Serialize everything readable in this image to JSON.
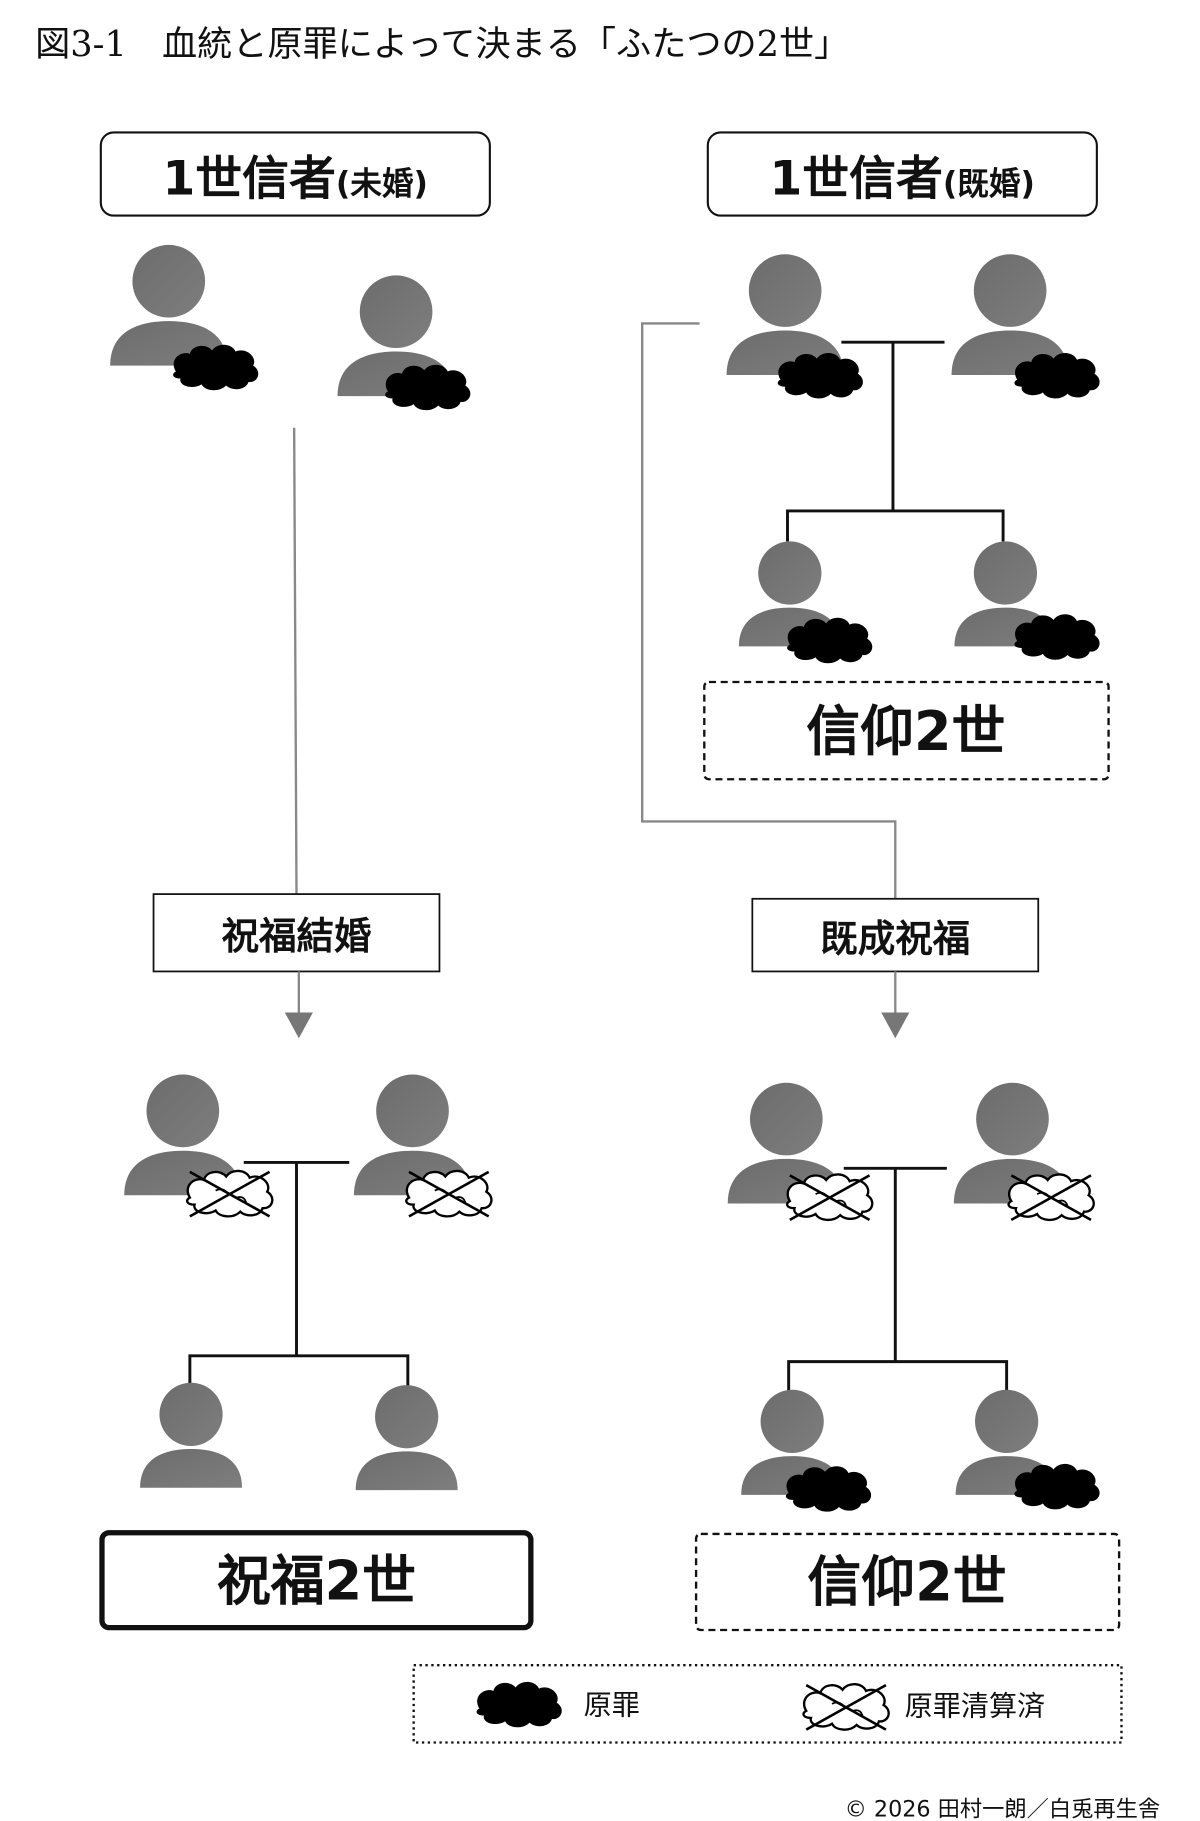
{
  "title": "図3-1　血統と原罪によって決まる「ふたつの2世」",
  "left": {
    "header_main": "1世信者",
    "header_sub": "(未婚)",
    "step_label": "祝福結婚",
    "result_label": "祝福2世"
  },
  "right": {
    "header_main": "1世信者",
    "header_sub": "(既婚)",
    "children_label": "信仰2世",
    "step_label": "既成祝福",
    "result_label": "信仰2世"
  },
  "legend": {
    "original_sin": "原罪",
    "cleansed": "原罪清算済"
  },
  "copyright": "© 2026 田村一朗／白兎再生舎",
  "colors": {
    "person": "#747474",
    "line": "#111111",
    "gray_line": "#888888"
  }
}
